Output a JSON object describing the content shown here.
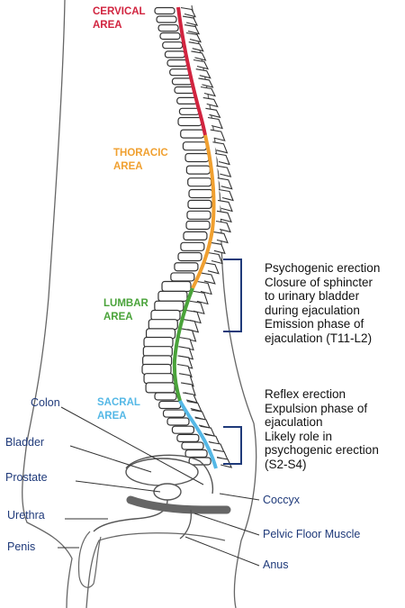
{
  "regions": [
    {
      "id": "cervical",
      "lines": [
        "CERVICAL",
        "AREA"
      ],
      "color": "#d1243f"
    },
    {
      "id": "thoracic",
      "lines": [
        "THORACIC",
        "AREA"
      ],
      "color": "#f0a030"
    },
    {
      "id": "lumbar",
      "lines": [
        "LUMBAR",
        "AREA"
      ],
      "color": "#4aa33a"
    },
    {
      "id": "sacral",
      "lines": [
        "SACRAL",
        "AREA"
      ],
      "color": "#55b8e6"
    }
  ],
  "anatomy_labels": {
    "colon": "Colon",
    "bladder": "Bladder",
    "prostate": "Prostate",
    "urethra": "Urethra",
    "penis": "Penis",
    "coccyx": "Coccyx",
    "pelvic_floor": "Pelvic Floor Muscle",
    "anus": "Anus"
  },
  "functions": {
    "thoracolumbar": [
      "Psychogenic erection",
      "Closure of sphincter",
      "to urinary bladder",
      "during ejaculation",
      "Emission phase of",
      "ejaculation (T11-L2)"
    ],
    "sacral": [
      "Reflex erection",
      "Expulsion phase of",
      "ejaculation",
      "Likely role in",
      "psychogenic erection",
      "(S2-S4)"
    ]
  },
  "colors": {
    "label": "#1f3a7a",
    "bracket": "#1f3a7a",
    "outline": "#555555"
  }
}
